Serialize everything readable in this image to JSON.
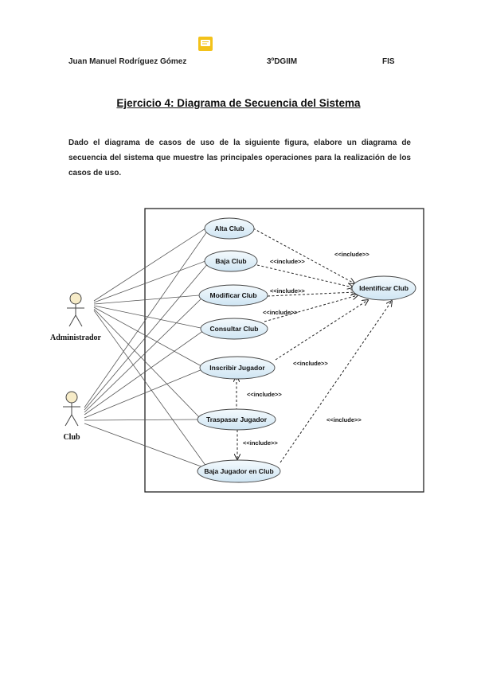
{
  "header": {
    "author": "Juan Manuel Rodríguez Gómez",
    "course": "3ºDGIIM",
    "subject": "FIS"
  },
  "title": "Ejercicio 4: Diagrama de Secuencia del Sistema",
  "paragraph": "Dado el diagrama de casos de uso de la siguiente figura, elabore un diagrama de secuencia del sistema que muestre las principales operaciones para la realización de los casos de uso.",
  "diagram": {
    "actors": {
      "administrador": "Administrador",
      "club": "Club"
    },
    "use_cases": {
      "alta": "Alta Club",
      "baja": "Baja Club",
      "modificar": "Modificar Club",
      "consultar": "Consultar Club",
      "inscribir": "Inscribir Jugador",
      "traspasar": "Traspasar Jugador",
      "baja_jugador": "Baja Jugador en Club",
      "identificar": "Identificar Club"
    },
    "include_label": "<<include>>"
  },
  "colors": {
    "use_case_fill": "#d9ecf7",
    "note_icon": "#f3c21a"
  }
}
